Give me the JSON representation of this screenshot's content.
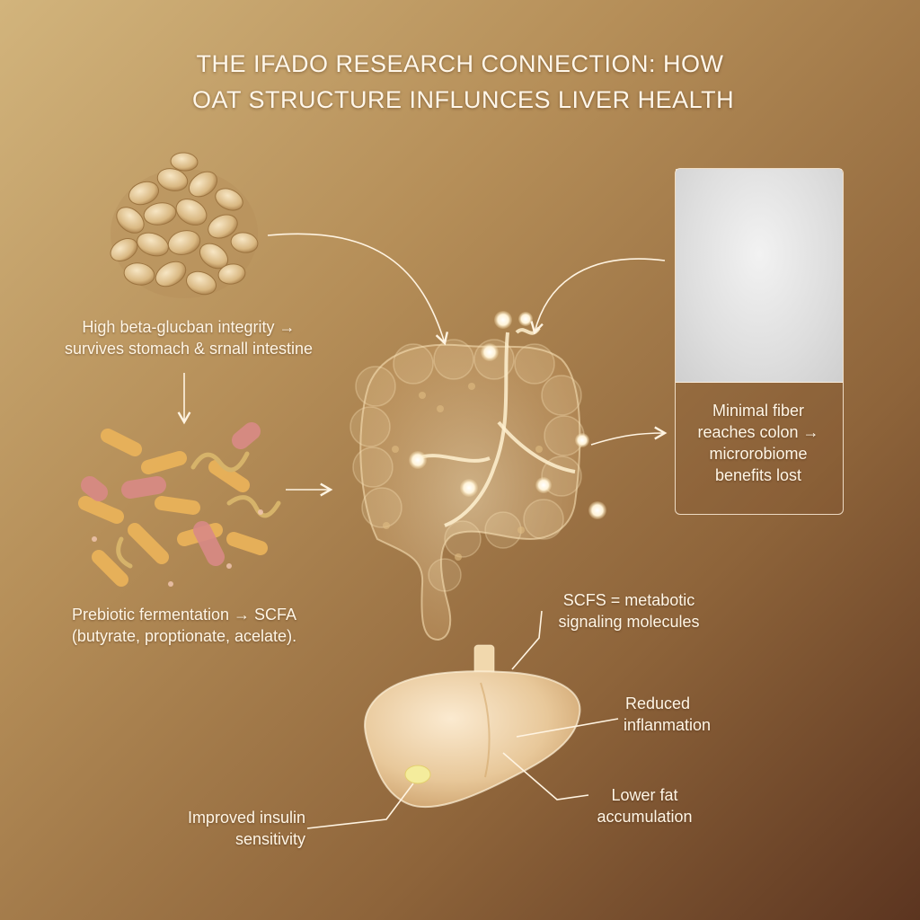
{
  "title": {
    "line1": "THE IFADO RESEARCH CONNECTION: HOW",
    "line2": "OAT STRUCTURE INFLUNCES LIVER HEALTH"
  },
  "oats": {
    "line1": "High beta-glucban integrity →",
    "line2": "survives stomach & srnall intestine"
  },
  "bacteria": {
    "line1": "Prebiotic fermentation → SCFA",
    "line2": "(butyrate, proptionate, acelate)."
  },
  "processed": {
    "line1": "Minimal fiber",
    "line2": "reaches colon →",
    "line3": "microrobiome",
    "line4": "benefits lost"
  },
  "scfa": {
    "line1": "SCFS = metabotic",
    "line2": "signaling molecules"
  },
  "liver_effects": {
    "reduced_line1": "Reduced",
    "reduced_line2": "inflanmation",
    "lower_line1": "Lower fat",
    "lower_line2": "accumulation",
    "insulin_line1": "Improved insulin",
    "insulin_line2": "sensitivity"
  },
  "colors": {
    "background_top": "#d2b47c",
    "background_bottom": "#5c3520",
    "text": "#fff6e6",
    "organ_glow": "#f6dfb4"
  }
}
